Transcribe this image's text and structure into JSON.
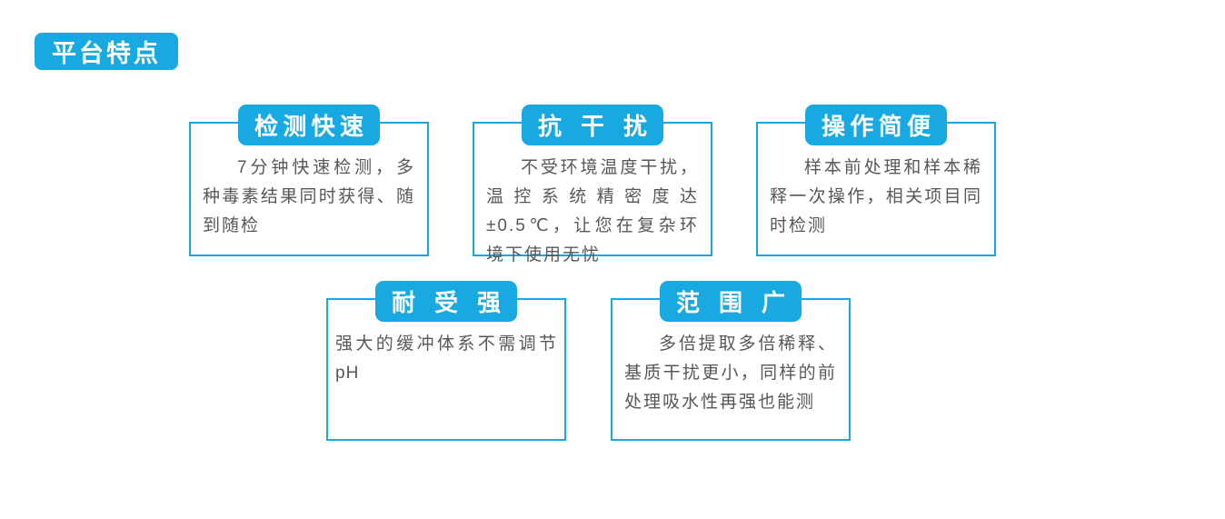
{
  "page": {
    "title_badge": "平台特点",
    "accent_color": "#18A8E2",
    "body_text_color": "#595757"
  },
  "features": [
    {
      "title": "检测快速",
      "body": "7分钟快速检测，多种毒素结果同时获得、随到随检"
    },
    {
      "title": "抗干扰",
      "body": "不受环境温度干扰，温控系统精密度达±0.5℃，让您在复杂环境下使用无忧"
    },
    {
      "title": "操作简便",
      "body": "样本前处理和样本稀释一次操作，相关项目同时检测"
    },
    {
      "title": "耐受强",
      "body": "强大的缓冲体系不需调节pH"
    },
    {
      "title": "范围广",
      "body": "多倍提取多倍稀释、基质干扰更小，同样的前处理吸水性再强也能测"
    }
  ]
}
